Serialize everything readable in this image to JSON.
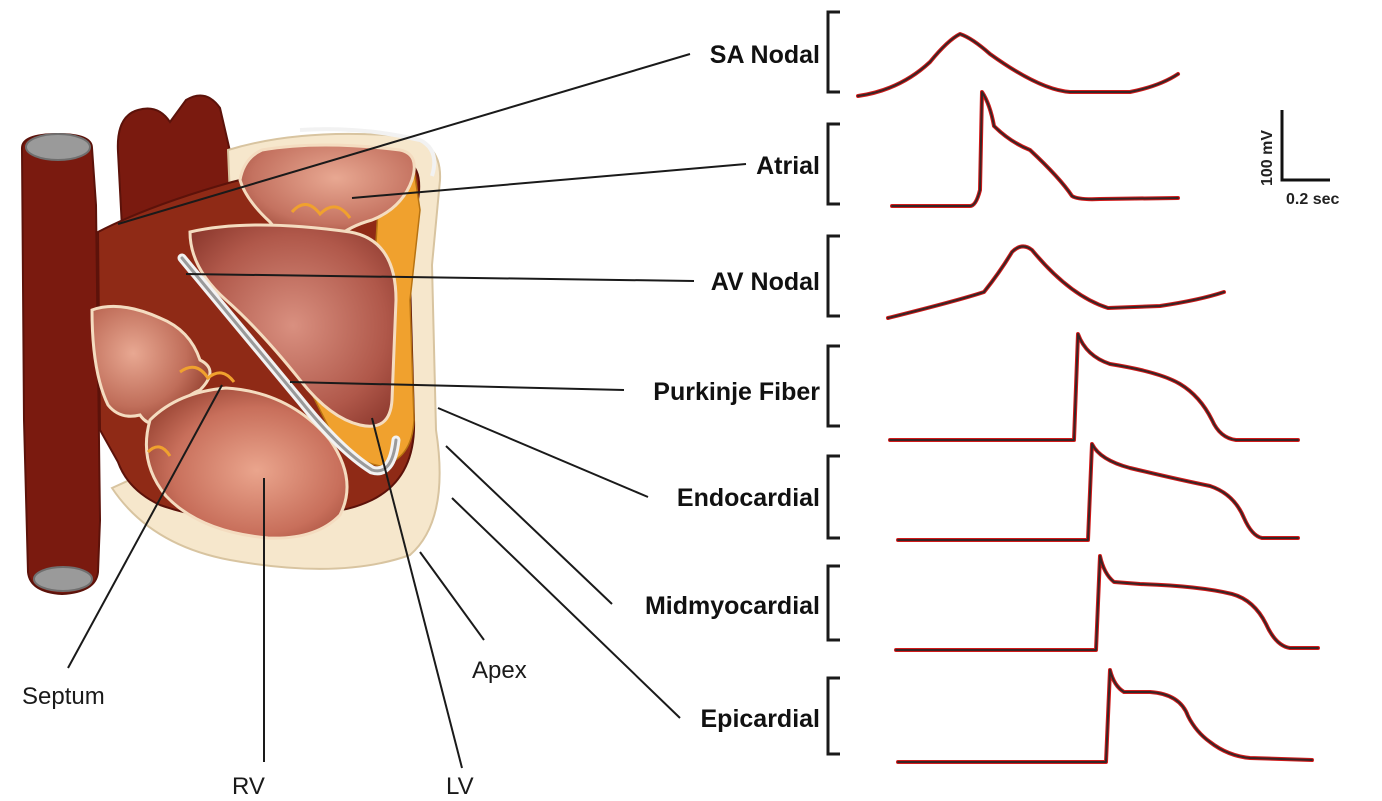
{
  "labels": {
    "sa_nodal": "SA Nodal",
    "atrial": "Atrial",
    "av_nodal": "AV Nodal",
    "purkinje": "Purkinje Fiber",
    "endocardial": "Endocardial",
    "midmyocardial": "Midmyocardial",
    "epicardial": "Epicardial",
    "septum": "Septum",
    "rv": "RV",
    "lv": "LV",
    "apex": "Apex"
  },
  "scale_bar": {
    "voltage": "100 mV",
    "time": "0.2 sec"
  },
  "colors": {
    "vessel": "#7a1a0f",
    "myocardium": "#8f2a16",
    "chamber_light": "#d9907a",
    "chamber_dark": "#a4483a",
    "purkinje": "#f0a12e",
    "pericardium": "#f6e7cc",
    "trace_highlight": "#d11a1a",
    "trace": "#3a2424"
  }
}
